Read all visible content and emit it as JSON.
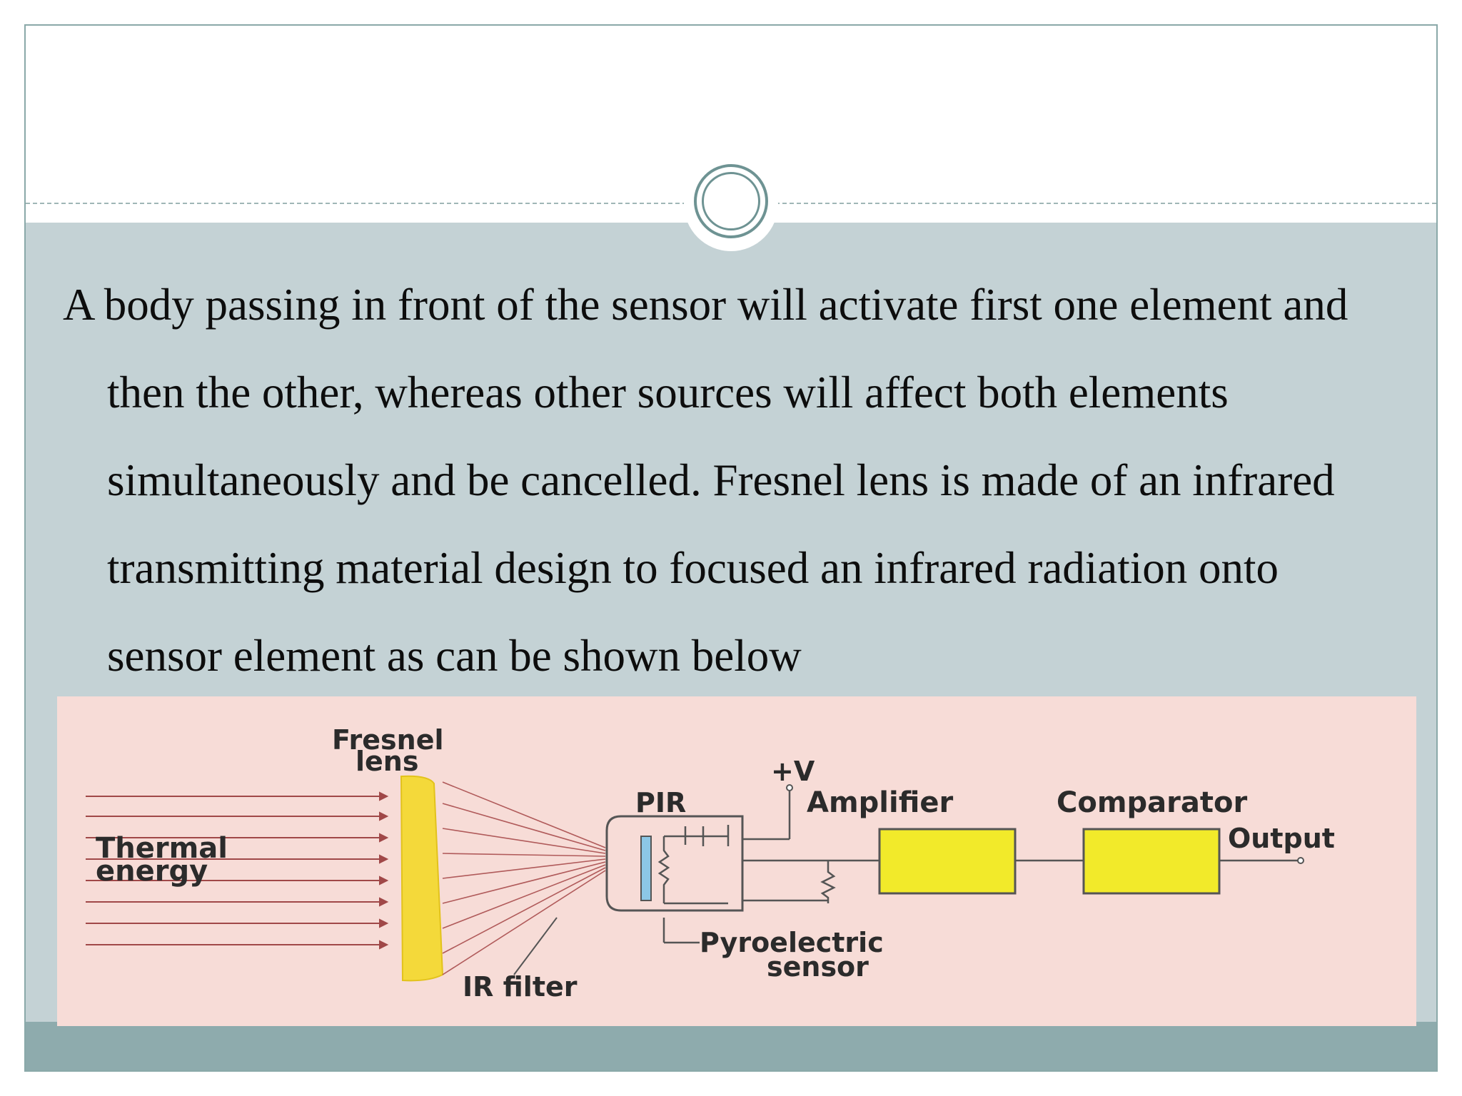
{
  "slide": {
    "paragraph": "A body passing in front of the sensor will activate first one element and then the other, whereas other sources will affect both elements simultaneously and be cancelled. Fresnel lens is made of an infrared transmitting material design to focused an infrared radiation onto sensor element as can be shown below"
  },
  "diagram": {
    "labels": {
      "fresnel_lens": "Fresnel\nlens",
      "fresnel_line1": "Fresnel",
      "fresnel_line2": "lens",
      "thermal_line1": "Thermal",
      "thermal_line2": "energy",
      "plus_v": "+V",
      "pir": "PIR",
      "amplifier": "Amplifier",
      "comparator": "Comparator",
      "output": "Output",
      "pyro_line1": "Pyroelectric",
      "pyro_line2": "sensor",
      "ir_filter": "IR filter"
    },
    "colors": {
      "background": "#f7dcd7",
      "lens": "#f4d93a",
      "box": "#f2ea2a",
      "filter": "#8cc7e6",
      "line": "#555555"
    }
  }
}
